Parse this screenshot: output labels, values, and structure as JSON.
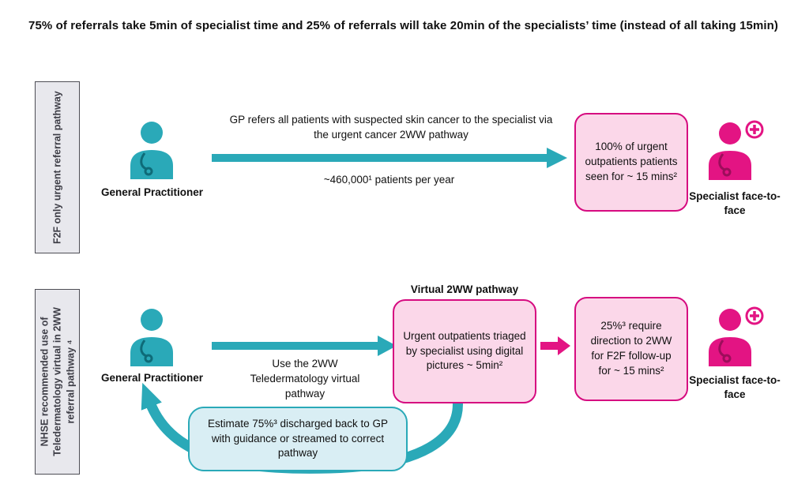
{
  "title": "75% of referrals take 5min of specialist time and 25% of referrals will take 20min of the specialists’ time (instead of all taking 15min)",
  "colors": {
    "teal": "#2aa9b8",
    "teal_dark": "#0e6b78",
    "magenta": "#e31483",
    "pink_fill": "#fbd7e9",
    "pink_border": "#d60b80",
    "blue_fill": "#d9eef4",
    "gray_fill": "#e8e8ed"
  },
  "icons": {
    "gp_icon": "teal person with stethoscope",
    "specialist_icon": "magenta person with medical plus badge",
    "flow_arrow": "thick teal right arrow",
    "handoff_arrow": "thick magenta right arrow",
    "return_arrow": "curved teal arrow back to GP"
  },
  "pathway_f2f": {
    "side_label": "F2F only urgent referral pathway",
    "gp_label": "General Practitioner",
    "referral_text": "GP refers all patients with suspected skin cancer to the specialist via the urgent cancer 2WW pathway",
    "volume_text": "~460,000¹ patients per year",
    "outcome_box": "100% of urgent outpatients patients seen for ~ 15 mins²",
    "specialist_label": "Specialist face-to-face"
  },
  "pathway_virtual": {
    "side_label": "NHSE recommended use of Teledermatology virtual in 2WW referral pathway ⁴",
    "gp_label": "General Practitioner",
    "arrow_text": "Use the 2WW Teledermatology virtual pathway",
    "virtual_box_title": "Virtual 2WW pathway",
    "virtual_box_text": "Urgent outpatients triaged by specialist using digital pictures ~ 5min²",
    "outcome_box": "25%³ require direction to 2WW for F2F follow-up for ~ 15 mins²",
    "specialist_label": "Specialist face-to-face",
    "feedback_box": "Estimate 75%³ discharged back to GP with guidance or streamed to correct pathway"
  }
}
